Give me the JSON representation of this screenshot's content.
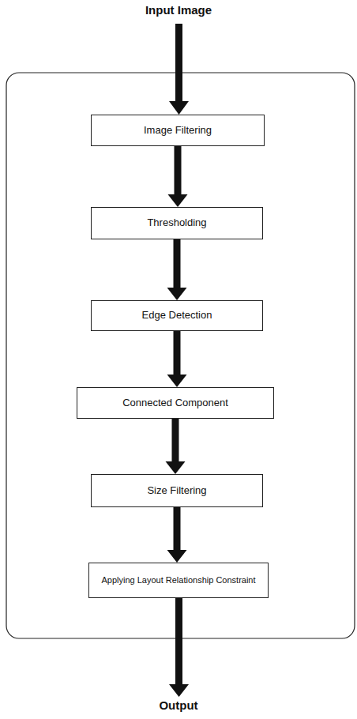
{
  "diagram": {
    "nodes": [
      {
        "text": [
          "Image Filtering"
        ]
      },
      {
        "text": [
          "Thresholding"
        ]
      },
      {
        "text": [
          "Edge Detection"
        ]
      },
      {
        "text": [
          "Connected Component"
        ]
      },
      {
        "text": [
          "Size Filtering"
        ]
      },
      {
        "text": [
          "Applying Layout Relationship Constraint"
        ]
      }
    ],
    "edges": [
      {
        "from": 0,
        "to": 1,
        "arrow": "to"
      },
      {
        "from": 1,
        "to": 2,
        "arrow": "to"
      },
      {
        "from": 2,
        "to": 3,
        "arrow": "to"
      },
      {
        "from": 3,
        "to": 4,
        "arrow": "to"
      },
      {
        "from": 4,
        "to": 5,
        "arrow": "to"
      }
    ],
    "labels": [
      "Input Image",
      "Output"
    ]
  }
}
